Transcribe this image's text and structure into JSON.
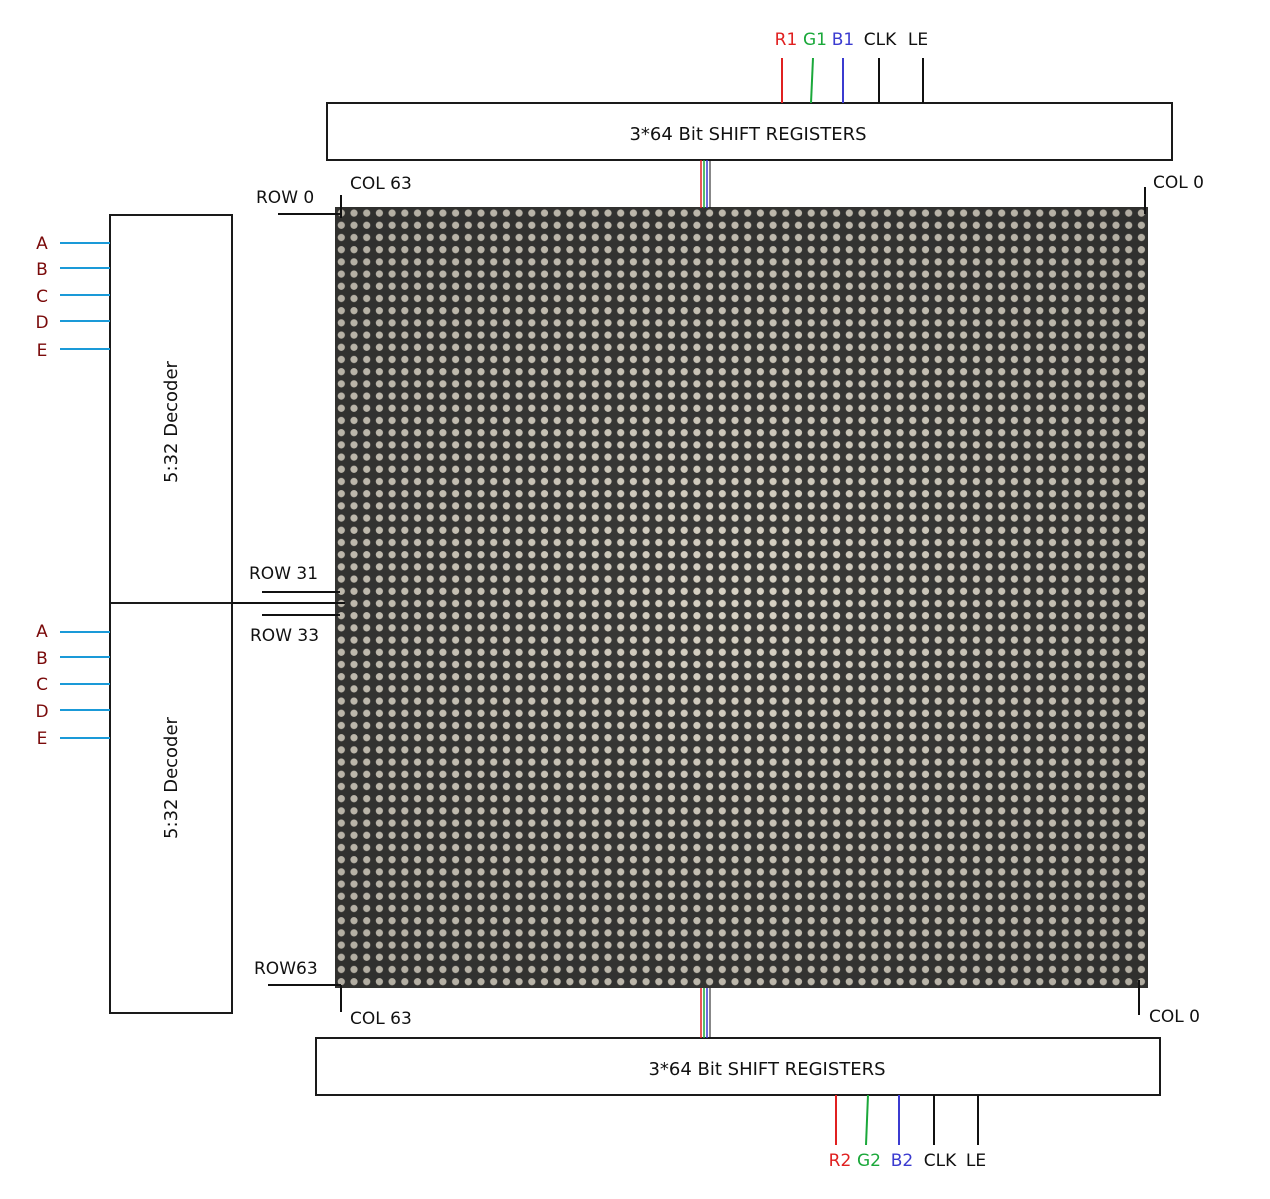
{
  "colors": {
    "red": "#e02020",
    "green": "#1aa83a",
    "blue": "#3b3bd0",
    "black": "#111111",
    "decoder_pin_label": "#7a0a0a",
    "decoder_wire": "#1a9ad8",
    "panel_bg": "#3a3a38",
    "led_dot": "#d8d2c4"
  },
  "top_register": {
    "label": "3*64 Bit SHIFT REGISTERS",
    "pins": [
      {
        "label": "R1",
        "color": "red"
      },
      {
        "label": "G1",
        "color": "green"
      },
      {
        "label": "B1",
        "color": "blue"
      },
      {
        "label": "CLK",
        "color": "black"
      },
      {
        "label": "LE",
        "color": "black"
      }
    ]
  },
  "bottom_register": {
    "label": "3*64 Bit SHIFT REGISTERS",
    "pins": [
      {
        "label": "R2",
        "color": "red"
      },
      {
        "label": "G2",
        "color": "green"
      },
      {
        "label": "B2",
        "color": "blue"
      },
      {
        "label": "CLK",
        "color": "black"
      },
      {
        "label": "LE",
        "color": "black"
      }
    ]
  },
  "decoders": [
    {
      "label": "5:32 Decoder",
      "pins": [
        "A",
        "B",
        "C",
        "D",
        "E"
      ]
    },
    {
      "label": "5:32 Decoder",
      "pins": [
        "A",
        "B",
        "C",
        "D",
        "E"
      ]
    }
  ],
  "panel": {
    "rows": 64,
    "cols": 64,
    "labels": {
      "row_0": "ROW 0",
      "row_31": "ROW 31",
      "row_33": "ROW 33",
      "row_63": "ROW63",
      "col_63_top": "COL 63",
      "col_0_top": "COL 0",
      "col_63_bottom": "COL 63",
      "col_0_bottom": "COL 0"
    }
  }
}
